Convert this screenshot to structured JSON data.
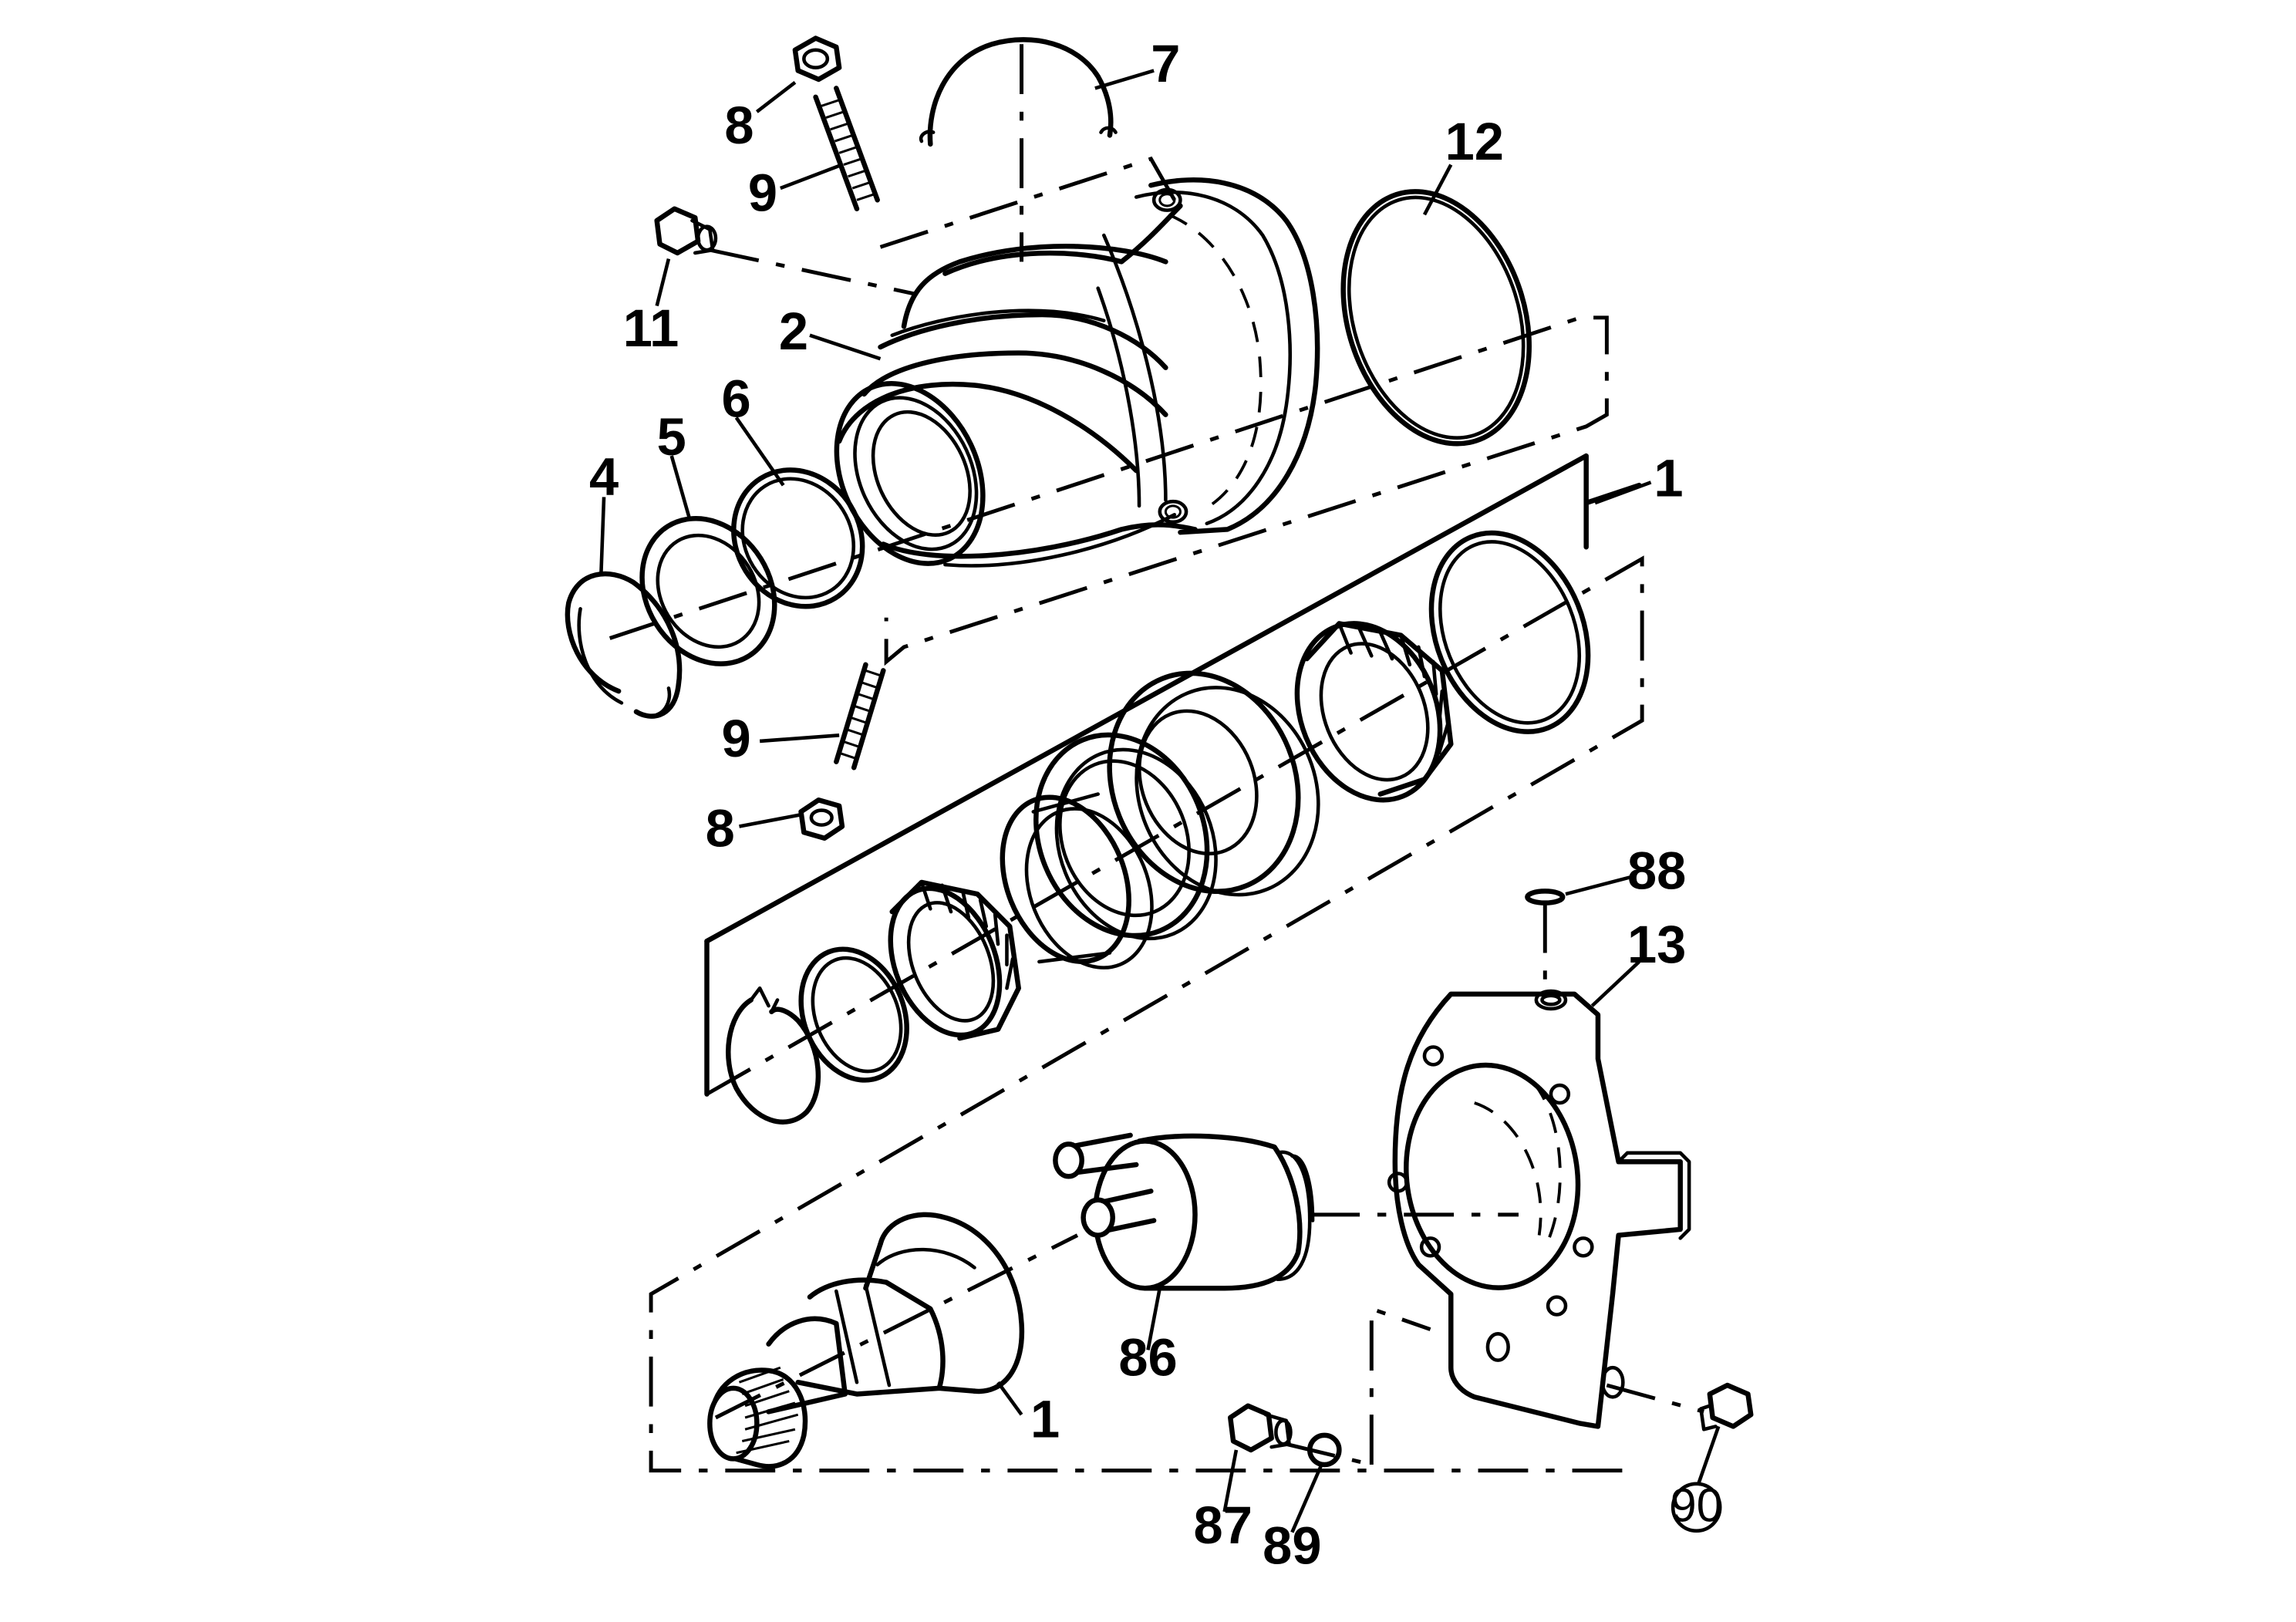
{
  "callouts": {
    "c1_top": "1",
    "c1_bottom": "1",
    "c2": "2",
    "c4": "4",
    "c5": "5",
    "c6": "6",
    "c7": "7",
    "c8_top": "8",
    "c8_bottom": "8",
    "c9_top": "9",
    "c9_bottom": "9",
    "c11": "11",
    "c12": "12",
    "c13": "13",
    "c86": "86",
    "c87": "87",
    "c88": "88",
    "c89": "89",
    "c90": "90"
  }
}
